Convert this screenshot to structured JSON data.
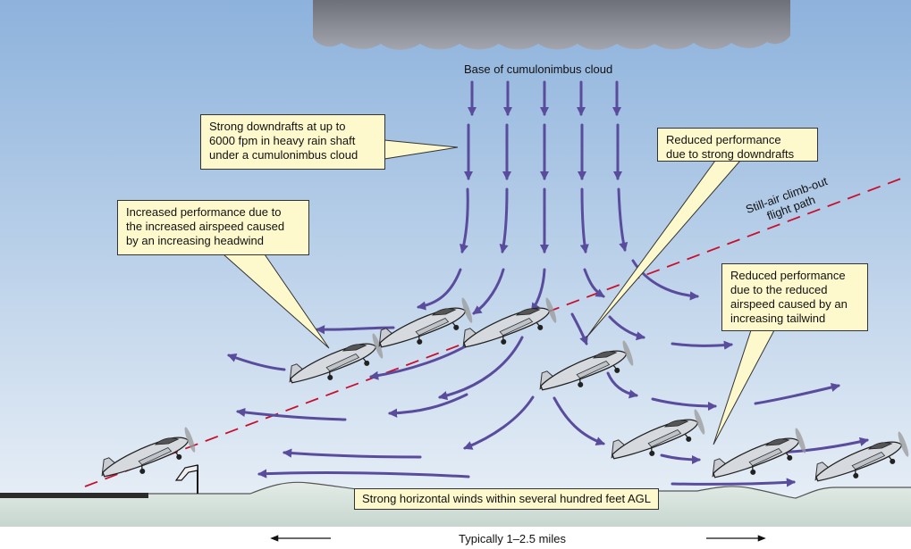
{
  "labels": {
    "cloud_base": "Base of cumulonimbus cloud",
    "downdrafts": "Strong downdrafts at up to\n6000 fpm in heavy rain shaft\nunder a cumulonimbus cloud",
    "increased_performance": "Increased performance due to\nthe increased airspeed caused\nby an increasing headwind",
    "reduced_downdrafts": "Reduced performance\ndue to strong downdrafts",
    "reduced_tailwind": "Reduced performance\ndue to the reduced\nairspeed caused by an\nincreasing tailwind",
    "still_air_line1": "Still-air climb-out",
    "still_air_line2": "flight path",
    "horizontal_winds": "Strong horizontal winds within several hundred feet AGL",
    "distance": "Typically 1–2.5 miles"
  },
  "colors": {
    "sky_top": "#8db2dc",
    "sky_bottom": "#e6eef6",
    "cloud": "#8a8d96",
    "arrow": "#5a4c9c",
    "flight_path": "#c8102e",
    "callout_fill": "#fdf9cc",
    "ground": "#d3e0da",
    "runway": "#2b2b2b"
  }
}
